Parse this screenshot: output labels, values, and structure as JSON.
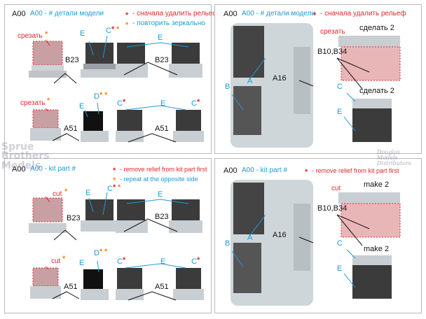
{
  "colors": {
    "cyan": "#1d9ad6",
    "red": "#e2262b",
    "orange": "#ef8a1c",
    "part_gray": "#c9ced2",
    "dark_part": "#3b3b3b",
    "pe_pink": "#e9b6b8"
  },
  "ru": {
    "left_header": "A00 - # детали модели",
    "left_legend_remove": "- сначала удалить рельеф",
    "left_legend_mirror": "- повторить зеркально",
    "right_header": "A00 - # детали модели",
    "right_legend_remove": "- сначала удалить рельеф",
    "cut": "срезать",
    "make2": "сделать 2"
  },
  "en": {
    "left_header": "A00 - kit part #",
    "left_legend_remove": "- remove relief from kit part first",
    "left_legend_mirror": "- repeat at the opposite side",
    "right_header": "A00 - kit part #",
    "right_legend_remove": "- remove relief from kit part first",
    "cut": "cut",
    "make2": "make 2"
  },
  "labels": {
    "A00": "A00",
    "B23": "B23",
    "A51": "A51",
    "A16": "A16",
    "B10B34": "B10,B34",
    "A": "A",
    "B": "B",
    "C": "C",
    "D": "D",
    "E": "E",
    "star": "*"
  },
  "watermark": {
    "sprue1": "Sprue",
    "sprue2": "Brothers",
    "sprue3": "Models",
    "dougie1": "Douglas",
    "dougie2": "Models",
    "dougie3": "Distributors"
  }
}
